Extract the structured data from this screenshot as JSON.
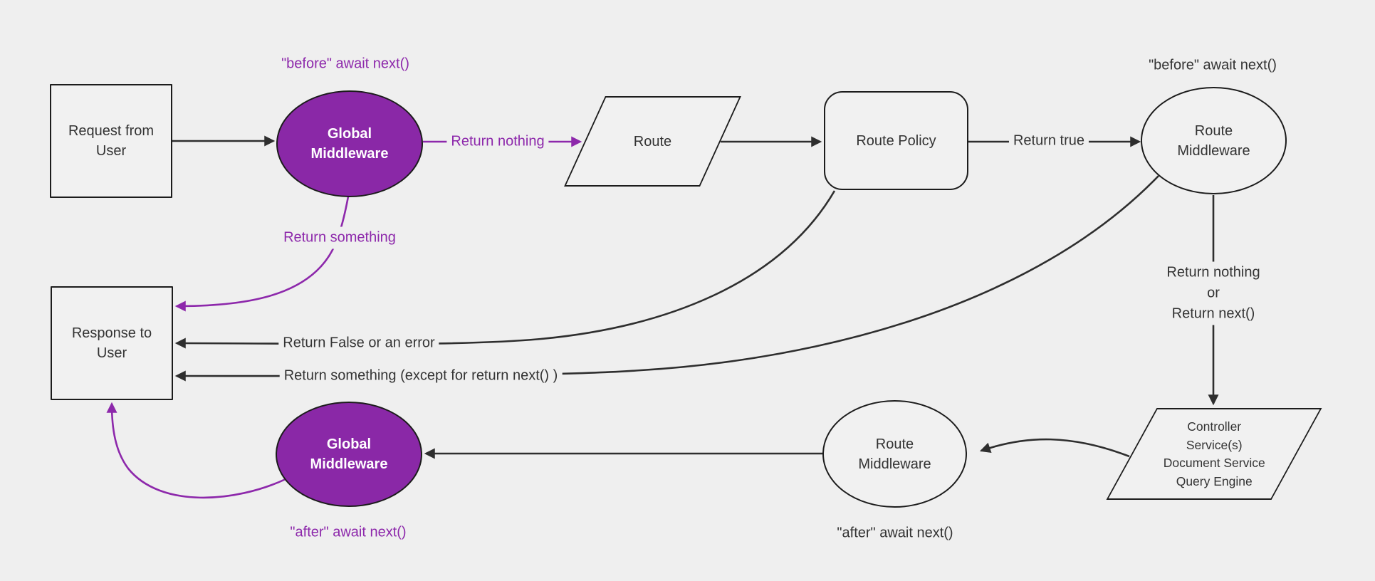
{
  "diagram": {
    "type": "flowchart",
    "nodes": {
      "request": {
        "label": "Request from\nUser"
      },
      "global_top": {
        "label": "Global\nMiddleware"
      },
      "route": {
        "label": "Route"
      },
      "route_policy": {
        "label": "Route Policy"
      },
      "route_mw_top": {
        "label": "Route\nMiddleware"
      },
      "controller": {
        "label": "Controller\nService(s)\nDocument Service\nQuery Engine"
      },
      "route_mw_bottom": {
        "label": "Route\nMiddleware"
      },
      "global_bottom": {
        "label": "Global\nMiddleware"
      },
      "response": {
        "label": "Response to\nUser"
      }
    },
    "edge_labels": {
      "before_await_left": "\"before\" await next()",
      "return_nothing": "Return nothing",
      "return_something": "Return something",
      "return_true": "Return true",
      "before_await_right": "\"before\" await next()",
      "return_nothing_or_next": "Return nothing\nor\nReturn next()",
      "return_false": "Return False or an error",
      "return_something_except": "Return something (except for return next() )",
      "after_await_right": "\"after\" await next()",
      "after_await_left": "\"after\" await next()"
    }
  },
  "colors": {
    "background": "#efefef",
    "node_fill": "#f1f1f1",
    "node_stroke": "#1c1c1c",
    "edge": "#2e2e2e",
    "text": "#333333",
    "purple_fill": "#8a28a7",
    "purple_accent": "#8d28ab",
    "white_text": "#ffffff"
  }
}
